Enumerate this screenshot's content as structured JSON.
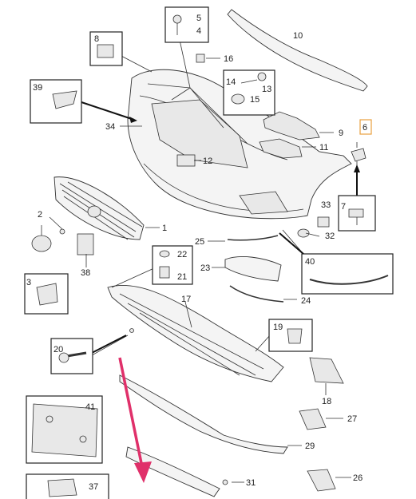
{
  "callouts": {
    "c1": "1",
    "c2": "2",
    "c3": "3",
    "c4": "4",
    "c5": "5",
    "c6": "6",
    "c7": "7",
    "c8": "8",
    "c9": "9",
    "c10": "10",
    "c11": "11",
    "c12": "12",
    "c13": "13",
    "c14": "14",
    "c15": "15",
    "c16": "16",
    "c17": "17",
    "c18": "18",
    "c19": "19",
    "c20": "20",
    "c21": "21",
    "c22": "22",
    "c23": "23",
    "c24": "24",
    "c25": "25",
    "c26": "26",
    "c27": "27",
    "c29": "29",
    "c31": "31",
    "c32": "32",
    "c33": "33",
    "c34": "34",
    "c37": "37",
    "c38": "38",
    "c39": "39",
    "c40": "40",
    "c41": "41"
  },
  "colors": {
    "highlight_box": "#e8a040",
    "arrow": "#e0306a",
    "line": "#333333"
  }
}
